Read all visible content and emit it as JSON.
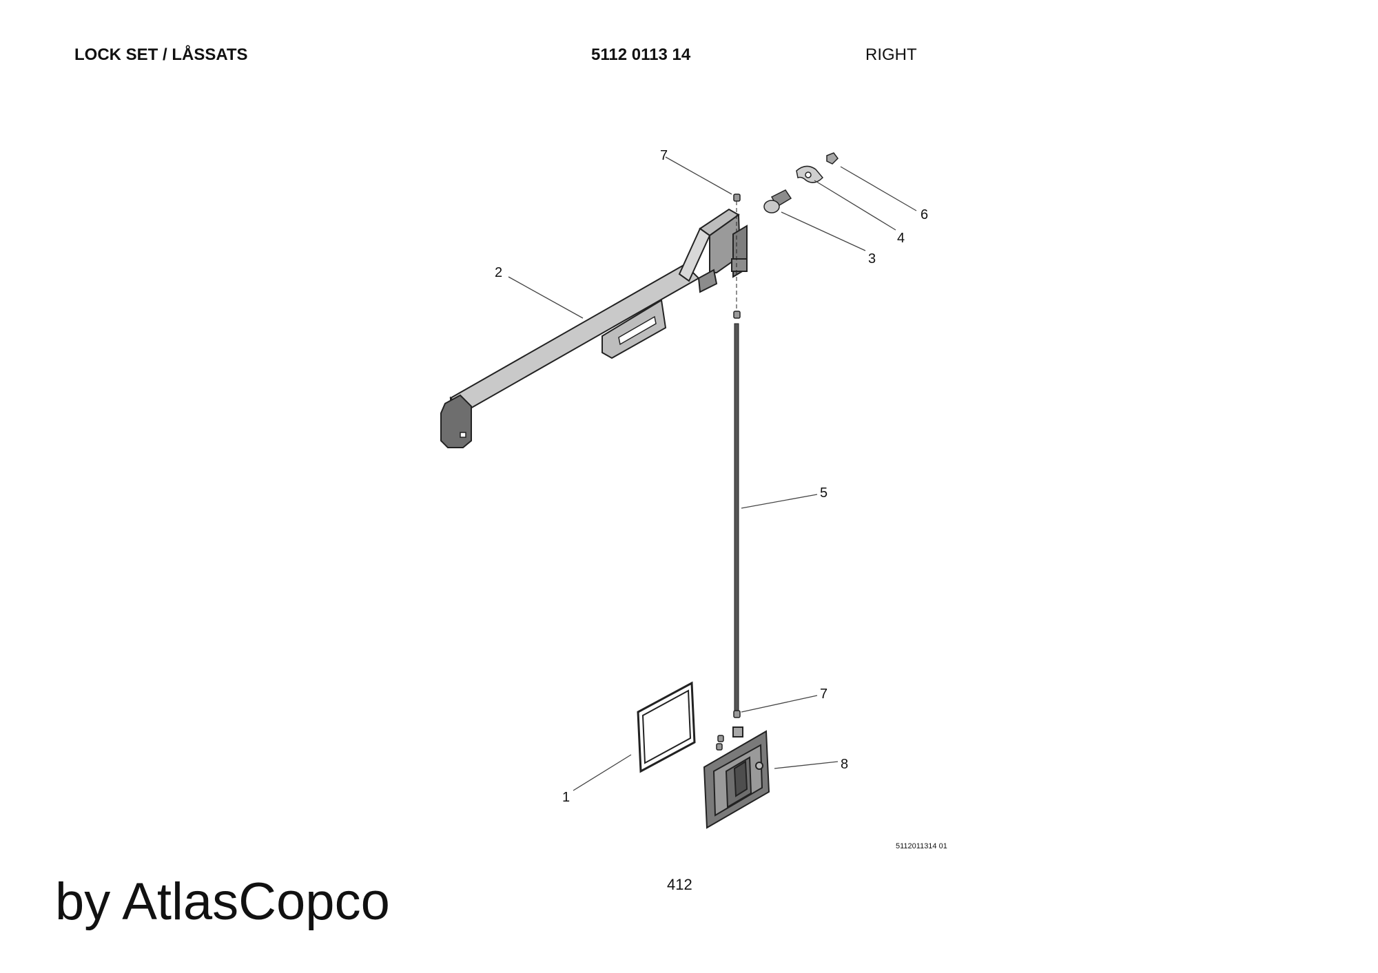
{
  "header": {
    "title": "LOCK SET / LÅSSATS",
    "part_number": "5112 0113 14",
    "side": "RIGHT"
  },
  "callouts": {
    "c1": "1",
    "c2": "2",
    "c3": "3",
    "c4": "4",
    "c5": "5",
    "c6": "6",
    "c7a": "7",
    "c7b": "7",
    "c8": "8"
  },
  "drawing_ref": "5112011314 01",
  "page_number": "412",
  "brand": "by AtlasCopco"
}
